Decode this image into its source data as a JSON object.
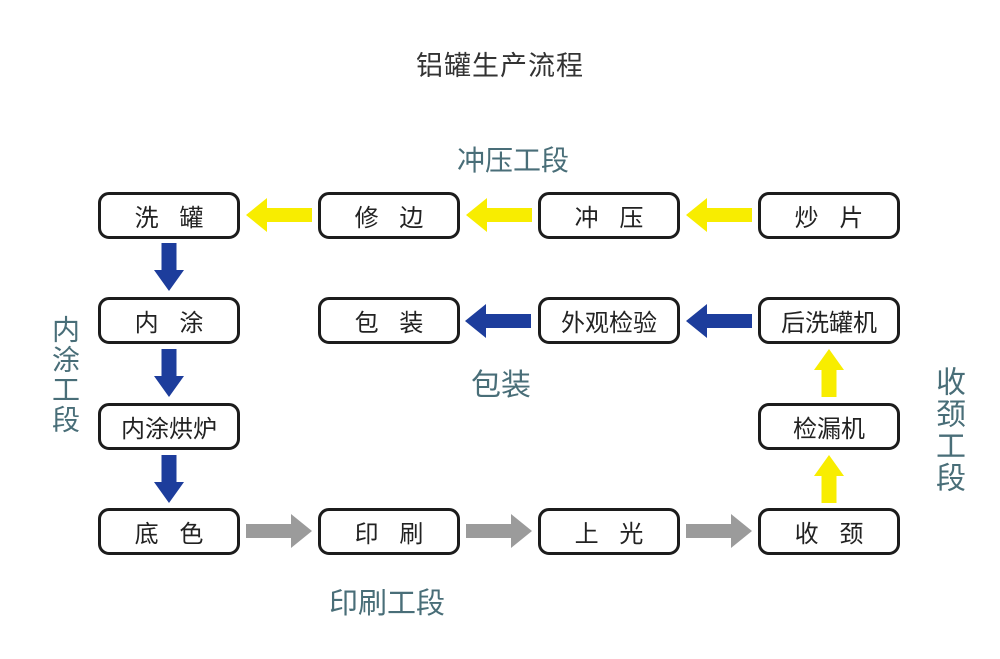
{
  "title": "铝罐生产流程",
  "section_labels": {
    "stamping": "冲压工段",
    "inner_coating": "内涂工段",
    "packing": "包装",
    "necking": "收颈工段",
    "printing": "印刷工段"
  },
  "nodes": {
    "wash_can": "洗 罐",
    "trim_edge": "修 边",
    "stamp": "冲 压",
    "fry_sheet": "炒 片",
    "inner_coat": "内 涂",
    "pack": "包 装",
    "visual_inspection": "外观检验",
    "post_wash_machine": "后洗罐机",
    "inner_coat_oven": "内涂烘炉",
    "leak_detector": "检漏机",
    "base_color": "底 色",
    "print": "印 刷",
    "gloss": "上 光",
    "neck": "收 颈"
  },
  "colors": {
    "arrow_yellow": "#F8ED00",
    "arrow_blue": "#1D3D9C",
    "arrow_gray": "#9B9B9B",
    "section_label": "#496E78",
    "box_border": "#1C1C1C",
    "box_text": "#222222",
    "title_text": "#333333",
    "background": "#FFFFFF"
  }
}
